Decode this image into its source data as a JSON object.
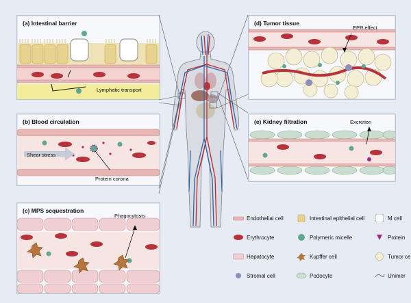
{
  "panels": {
    "a": {
      "title": "(a) Intestinal barrier",
      "label": "Lymphatic transport"
    },
    "b": {
      "title": "(b) Blood circulation",
      "label_shear": "Shear stress",
      "label_corona": "Protein corona"
    },
    "c": {
      "title": "(c) MPS sequestration",
      "label": "Phagocytosis"
    },
    "d": {
      "title": "(d) Tumor tissue",
      "label": "EPR effect"
    },
    "e": {
      "title": "(e) Kidney filtration",
      "label": "Excretion"
    }
  },
  "legend": [
    {
      "icon": "endothelial-cell-icon",
      "label": "Endothelial cell"
    },
    {
      "icon": "intestinal-epithelial-cell-icon",
      "label": "Intestinal epithelial cell"
    },
    {
      "icon": "m-cell-icon",
      "label": "M cell"
    },
    {
      "icon": "erythrocyte-icon",
      "label": "Erythrocyte"
    },
    {
      "icon": "polymeric-micelle-icon",
      "label": "Polymeric micelle"
    },
    {
      "icon": "protein-icon",
      "label": "Protein"
    },
    {
      "icon": "hepatocyte-icon",
      "label": "Hepatocyte"
    },
    {
      "icon": "kupffer-cell-icon",
      "label": "Kupffer cell"
    },
    {
      "icon": "tumor-cell-icon",
      "label": "Tumor cell"
    },
    {
      "icon": "stromal-cell-icon",
      "label": "Stromal cell"
    },
    {
      "icon": "podocyte-icon",
      "label": "Podocyte"
    },
    {
      "icon": "unimer-icon",
      "label": "Unimer"
    }
  ],
  "colors": {
    "erythrocyte": "#b8323b",
    "vessel_wall": "#e8b7b3",
    "micelle": "#5da88e",
    "lymph": "#f1eb9a",
    "protein": "#9b2c7a",
    "artery": "#c0272d",
    "vein": "#2b64a8"
  }
}
